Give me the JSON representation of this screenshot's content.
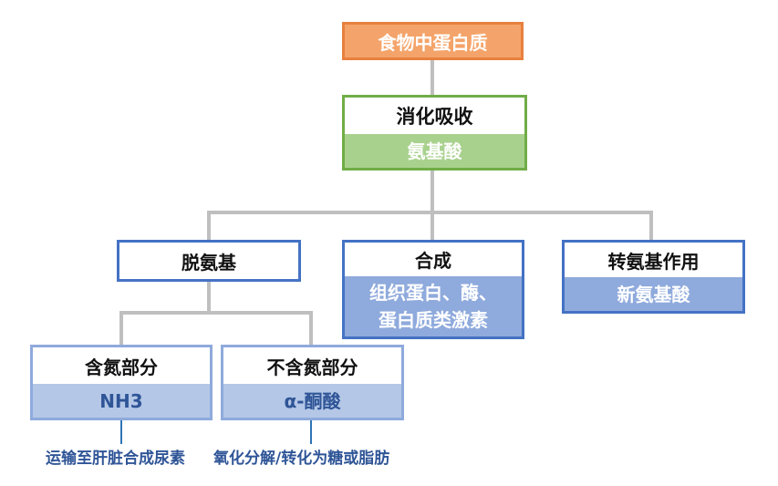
{
  "nodes": {
    "food_protein": "食物中蛋白质",
    "digestion": "消化吸收",
    "amino_acid": "氨基酸",
    "deamination": "脱氨基",
    "synthesis": "合成",
    "synthesis_detail_line1": "组织蛋白、酶、",
    "synthesis_detail_line2": "蛋白质类激素",
    "transamination": "转氨基作用",
    "new_amino_acid": "新氨基酸",
    "nitrogen_part": "含氮部分",
    "nh3": "NH3",
    "non_nitrogen_part": "不含氮部分",
    "keto_acid": "α-酮酸"
  },
  "notes": {
    "nh3_fate": "运输至肝脏合成尿素",
    "keto_fate": "氧化分解/转化为糖或脂肪"
  },
  "colors": {
    "orange_fill": "#f4a46a",
    "orange_border": "#e7803e",
    "green_border": "#70ad47",
    "green_fill": "#a9d18e",
    "blue_border": "#4472c4",
    "blue_fill": "#8faadc",
    "light_blue_fill": "#b4c7e7",
    "light_blue_border": "#8faadc",
    "connector": "#bfbfbf",
    "note_text": "#2f5597"
  }
}
